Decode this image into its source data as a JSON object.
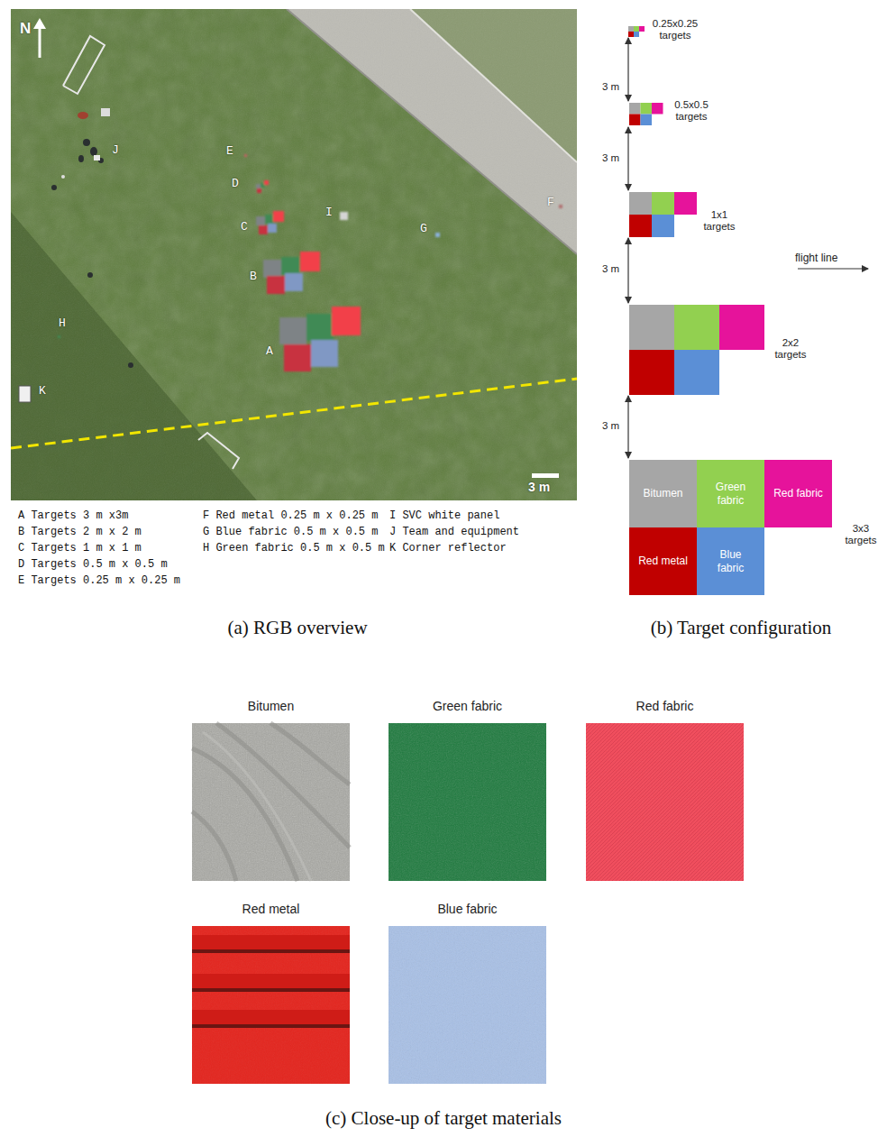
{
  "diagram": {
    "nodes": [
      {
        "text": [
          "Bitumen"
        ]
      },
      {
        "text": [
          "Green fabric"
        ]
      },
      {
        "text": [
          "Red fabric"
        ]
      },
      {
        "text": [
          "Red metal"
        ]
      },
      {
        "text": [
          "Blue fabric"
        ]
      },
      {
        "text": [
          "Bitumen"
        ]
      },
      {
        "text": [
          "Green fabric"
        ]
      },
      {
        "text": [
          "Red fabric"
        ]
      },
      {
        "text": [
          "Red metal"
        ]
      },
      {
        "text": [
          "Blue fabric"
        ]
      }
    ],
    "labels": [
      "N",
      "J",
      "E",
      "D",
      "C",
      "I",
      "G",
      "F",
      "B",
      "H",
      "A",
      "K",
      "3 m",
      "A Targets 3 m x3m",
      "B Targets 2 m x 2 m",
      "C Targets 1 m x 1 m",
      "D Targets 0.5 m x 0.5 m",
      "E Targets 0.25 m x 0.25 m",
      "F Red metal 0.25 m x 0.25 m",
      "G Blue fabric 0.5 m x 0.5 m",
      "H Green fabric 0.5 m x 0.5 m",
      "I SVC white panel",
      "J Team and equipment",
      "K Corner reflector",
      "0.25x0.25 targets",
      "3 m",
      "0.5x0.5 targets",
      "3 m",
      "1x1 targets",
      "flight line",
      "3 m",
      "2x2 targets",
      "3 m",
      "3x3 targets",
      "(a) RGB overview",
      "(b) Target configuration",
      "(c) Close-up of target materials"
    ]
  }
}
